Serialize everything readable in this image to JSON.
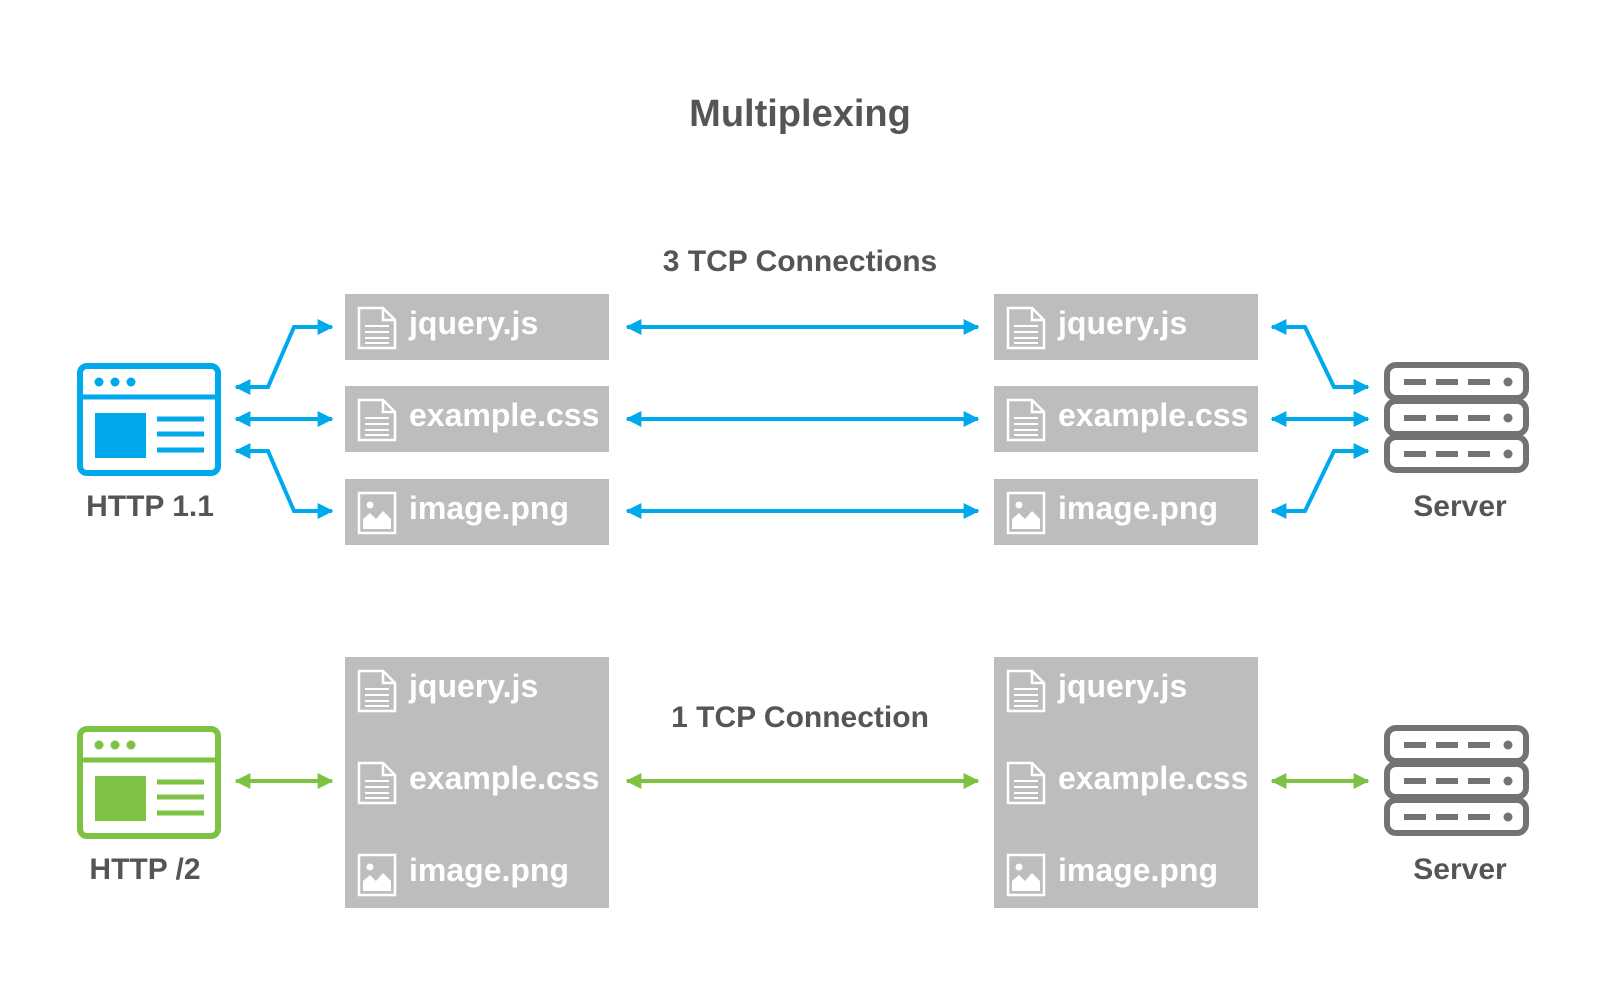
{
  "title": "Multiplexing",
  "colors": {
    "http11": "#00a9ec",
    "http2": "#7dc242",
    "box": "#bcbdbf",
    "server": "#737373",
    "text": "#555555"
  },
  "http11": {
    "client_label": "HTTP 1.1",
    "server_label": "Server",
    "connection_label": "3 TCP Connections",
    "client_files": [
      {
        "name": "jquery.js",
        "icon": "document-icon"
      },
      {
        "name": "example.css",
        "icon": "document-icon"
      },
      {
        "name": "image.png",
        "icon": "image-icon"
      }
    ],
    "server_files": [
      {
        "name": "jquery.js",
        "icon": "document-icon"
      },
      {
        "name": "example.css",
        "icon": "document-icon"
      },
      {
        "name": "image.png",
        "icon": "image-icon"
      }
    ]
  },
  "http2": {
    "client_label": "HTTP /2",
    "server_label": "Server",
    "connection_label": "1 TCP Connection",
    "client_files": [
      {
        "name": "jquery.js",
        "icon": "document-icon"
      },
      {
        "name": "example.css",
        "icon": "document-icon"
      },
      {
        "name": "image.png",
        "icon": "image-icon"
      }
    ],
    "server_files": [
      {
        "name": "jquery.js",
        "icon": "document-icon"
      },
      {
        "name": "example.css",
        "icon": "document-icon"
      },
      {
        "name": "image.png",
        "icon": "image-icon"
      }
    ]
  }
}
